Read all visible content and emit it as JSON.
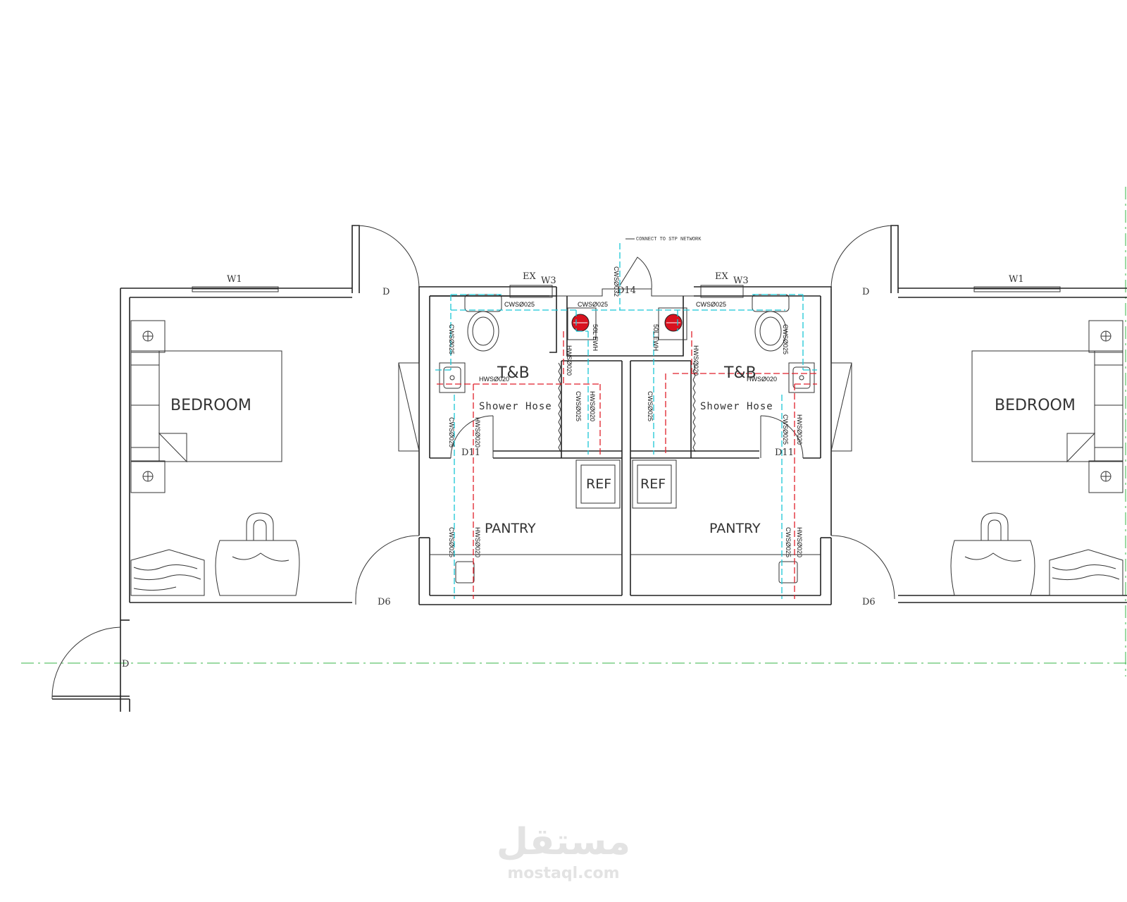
{
  "drawing": {
    "rooms": {
      "bedroom_left": "BEDROOM",
      "bedroom_right": "BEDROOM",
      "tb_left": "T&B",
      "tb_right": "T&B",
      "pantry_left": "PANTRY",
      "pantry_right": "PANTRY",
      "ref_left": "REF",
      "ref_right": "REF"
    },
    "tags": {
      "w1": "W1",
      "w3": "W3",
      "ex": "EX",
      "d": "D",
      "d6": "D6",
      "d11": "D11",
      "d14": "D14"
    },
    "fixtures": {
      "shower_hose": "Shower Hose",
      "ewh_left": "50L EWH",
      "ewh_right": "50L EWH",
      "connect_note": "CONNECT TO STP NETWORK"
    },
    "pipes": {
      "cws025": "CWSØ025",
      "cws032": "CWSØ032",
      "hws020": "HWSØ020"
    },
    "colors": {
      "cold_water": "#19c7d6",
      "hot_water": "#e01f2a",
      "grid_line": "#3ab54a",
      "heater": "#d8121f"
    },
    "watermark": {
      "arabic": "مستقل",
      "latin": "mostaql.com"
    }
  }
}
